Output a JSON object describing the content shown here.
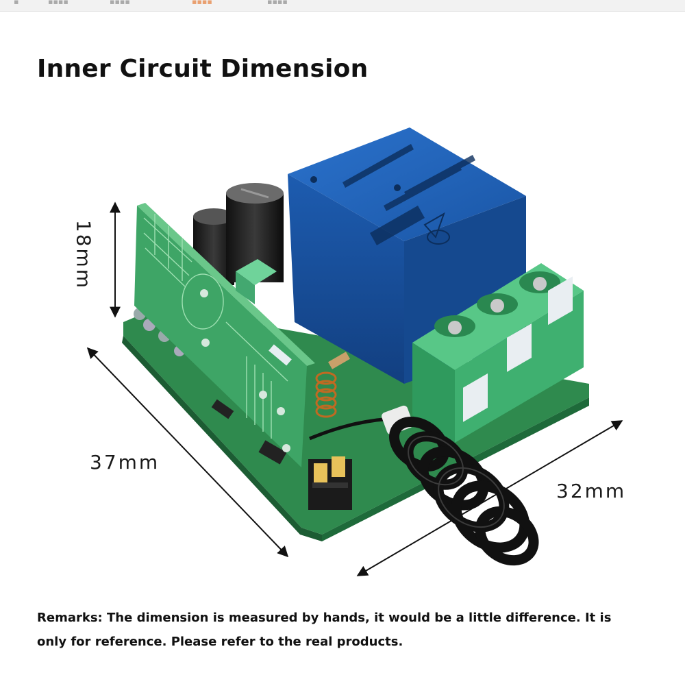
{
  "title": "Inner Circuit Dimension",
  "dimensions": {
    "height": "18mm",
    "length": "37mm",
    "width": "32mm"
  },
  "remarks": "Remarks: The dimension is measured by hands, it would be a little difference. It is only for reference. Please refer to the real products.",
  "colors": {
    "pcb_green": "#2f8a4e",
    "relay_blue": "#1f5fb4",
    "terminal_green": "#3fb070",
    "cable_black": "#111111"
  }
}
